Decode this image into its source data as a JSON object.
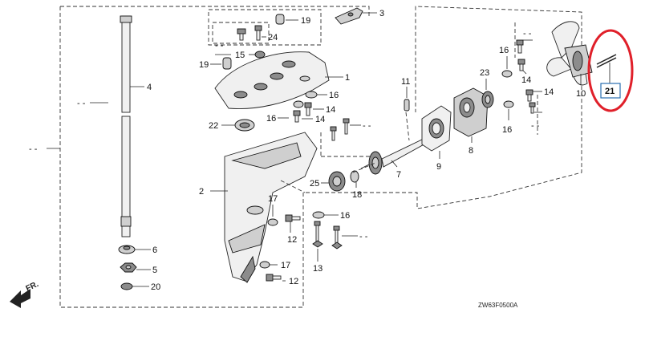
{
  "diagram_code": "ZW63F0500A",
  "front_marker": "FR.",
  "highlight_color": "#e0202a",
  "highlight_label_color": "#2a6fb0",
  "callouts": {
    "c1": "1",
    "c2": "2",
    "c3": "3",
    "c4": "4",
    "c5": "5",
    "c6": "6",
    "c7": "7",
    "c8": "8",
    "c9": "9",
    "c10": "10",
    "c11": "11",
    "c12a": "12",
    "c12b": "12",
    "c13": "13",
    "c14a": "14",
    "c14b": "14",
    "c14c": "14",
    "c14d": "14",
    "c15": "15",
    "c16a": "16",
    "c16b": "16",
    "c16c": "16",
    "c16d": "16",
    "c16e": "16",
    "c17a": "17",
    "c17b": "17",
    "c18": "18",
    "c19a": "19",
    "c19b": "19",
    "c20": "20",
    "c21": "21",
    "c22": "22",
    "c23": "23",
    "c24": "24",
    "c25": "25"
  }
}
